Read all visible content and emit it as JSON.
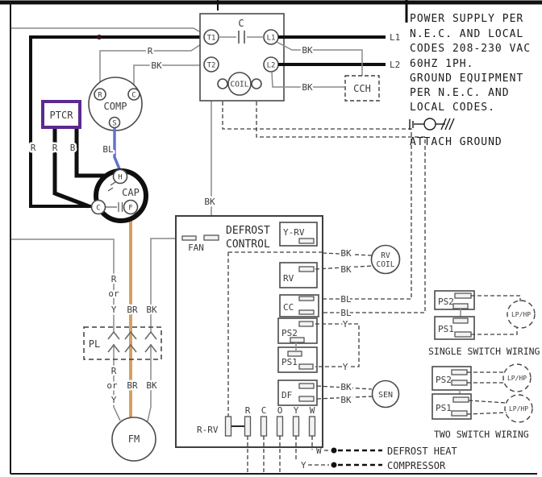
{
  "colors": {
    "red": "#c8332e",
    "blue": "#6173d0",
    "tan": "#d7a160",
    "purple": "#5b2a8f",
    "black": "#101010",
    "wire_gray": "#8a8a8a"
  },
  "notes": {
    "l1": "POWER SUPPLY PER",
    "l2": "N.E.C. AND LOCAL",
    "l3": "CODES 208-230 VAC",
    "l4": "60HZ 1PH.",
    "l5": "GROUND EQUIPMENT",
    "l6": "PER N.E.C. AND",
    "l7": "LOCAL CODES.",
    "l8": "ATTACH GROUND"
  },
  "supply": {
    "l1": "L1",
    "l2": "L2"
  },
  "contactor": {
    "t1": "T1",
    "t2": "T2",
    "l1": "L1",
    "l2": "L2",
    "c": "C",
    "coil": "COIL"
  },
  "cch": {
    "label": "CCH"
  },
  "comp": {
    "label": "COMP",
    "r": "R",
    "c": "C",
    "s": "S"
  },
  "ptcr": {
    "label": "PTCR"
  },
  "cap": {
    "label": "CAP",
    "h": "H",
    "c": "C",
    "f": "F"
  },
  "labels": {
    "r": "R",
    "b": "B",
    "bk": "BK",
    "bl": "BL",
    "br": "BR",
    "y": "Y",
    "or": "or"
  },
  "defrost": {
    "title_line1": "DEFROST",
    "title_line2": "CONTROL",
    "fan": "FAN",
    "y_rv": "Y-RV",
    "rv": "RV",
    "cc": "CC",
    "ps2": "PS2",
    "ps1": "PS1",
    "df": "DF",
    "r_rv": "R-RV",
    "t_r": "R",
    "t_c": "C",
    "t_o": "O",
    "t_y": "Y",
    "t_w": "W"
  },
  "rv_coil": {
    "line1": "RV",
    "line2": "COIL"
  },
  "sen": {
    "label": "SEN"
  },
  "plug": {
    "label": "PL"
  },
  "fan_motor": {
    "label": "FM"
  },
  "legend": {
    "w": "W",
    "y": "Y",
    "defrost_heat": "DEFROST HEAT",
    "compressor": "COMPRESSOR"
  },
  "examples": {
    "single": {
      "ps2": "PS2",
      "ps1": "PS1",
      "lp_hp": "LP/HP",
      "caption": "SINGLE SWITCH WIRING"
    },
    "two": {
      "ps2": "PS2",
      "ps1": "PS1",
      "lp_hp1": "LP/HP",
      "lp_hp2": "LP/HP",
      "caption": "TWO SWITCH WIRING"
    }
  }
}
